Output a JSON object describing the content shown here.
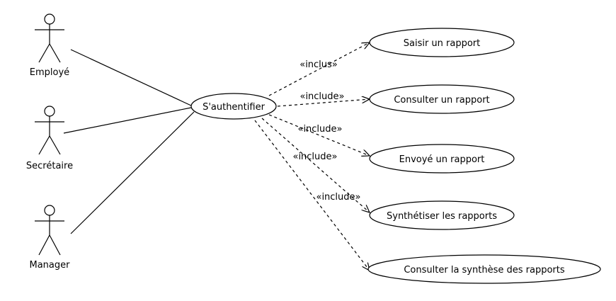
{
  "actors": {
    "employe": "Employé",
    "secretaire": "Secrétaire",
    "manager": "Manager"
  },
  "use_cases": {
    "authentifier": "S'authentifier",
    "saisir": "Saisir un rapport",
    "consulter": "Consulter un rapport",
    "envoyer": "Envoyé un rapport",
    "synthetiser": "Synthétiser les rapports",
    "consulter_synthese": "Consulter la synthèse des rapports"
  },
  "relations": {
    "saisir": "«inclus»",
    "consulter": "«include»",
    "envoyer": "«include»",
    "synthetiser": "«include»",
    "consulter_synthese": "«include»"
  }
}
